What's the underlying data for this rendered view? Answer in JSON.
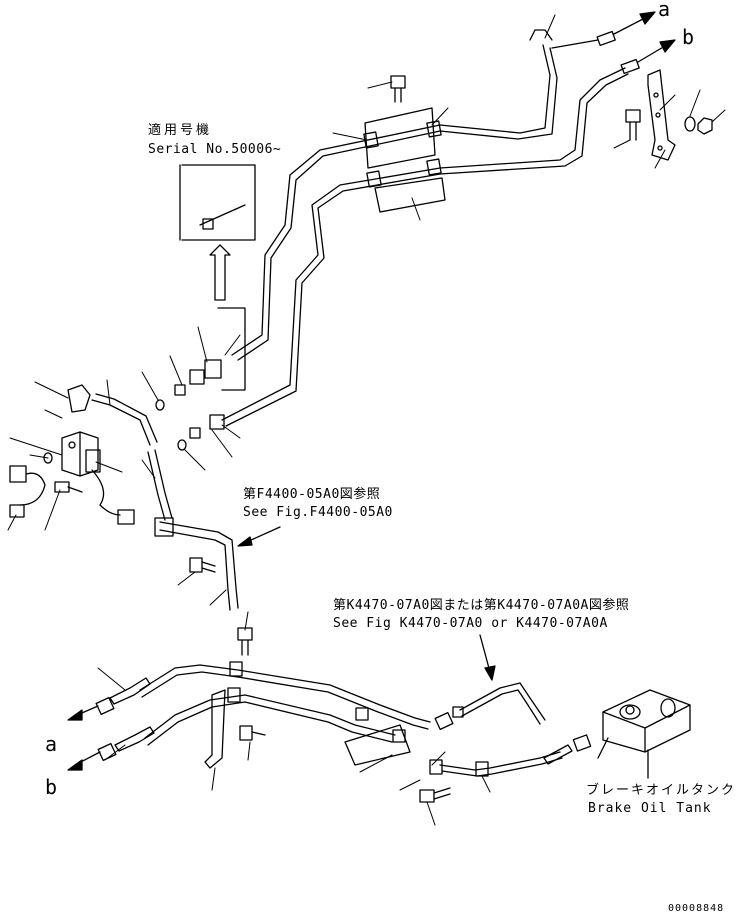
{
  "labels": {
    "applicable_ja": "適用号機",
    "serial_no": "Serial No.50006~",
    "ref1_ja": "第F4400-05A0図参照",
    "ref1_en": "See Fig.F4400-05A0",
    "ref2_ja": "第K4470-07A0図または第K4470-07A0A図参照",
    "ref2_en": "See Fig K4470-07A0 or K4470-07A0A",
    "tank_ja": "ブレーキオイルタンク",
    "tank_en": "Brake Oil Tank",
    "marker_a": "a",
    "marker_b": "b",
    "drawing_no": "00008848"
  },
  "colors": {
    "line": "#000000",
    "background": "#ffffff"
  }
}
